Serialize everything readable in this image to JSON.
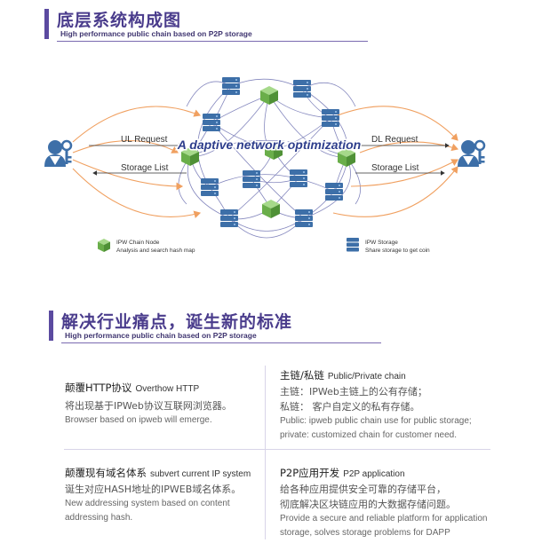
{
  "section1": {
    "title": "底层系统构成图",
    "subtitle": "High performance public chain based on P2P storage"
  },
  "diagram": {
    "center_label": "A daptive network optimization",
    "ul_request": "UL Request",
    "dl_request": "DL Request",
    "storage_list_left": "Storage List",
    "storage_list_right": "Storage List",
    "legend": {
      "node_line1": "IPW Chain Node",
      "node_line2": "Analysis and search hash map",
      "storage_line1": "IPW Storage",
      "storage_line2": "Share storage to get coin"
    },
    "colors": {
      "server": "#3d6fa8",
      "cube": "#7cbf5a",
      "arrow": "#f0a060",
      "mesh": "#5b5fa8",
      "user": "#3d6fa8"
    }
  },
  "section2": {
    "title": "解决行业痛点，诞生新的标准",
    "subtitle": "High performance public chain based on P2P storage"
  },
  "features": [
    {
      "title": "颠覆HTTP协议",
      "title_en": "Overthow HTTP",
      "lines": [
        "将出现基于IPWeb协议互联网浏览器。"
      ],
      "en": [
        "Browser based on ipweb will emerge."
      ]
    },
    {
      "title": "主链/私链",
      "title_en": "Public/Private chain",
      "lines": [
        "主链：IPWeb主链上的公有存储；",
        "私链：  客户自定义的私有存储。"
      ],
      "en": [
        "Public: ipweb public chain use for public storage;",
        "private: customized chain for customer need."
      ]
    },
    {
      "title": "颠覆现有域名体系",
      "title_en": "subvert current IP system",
      "lines": [
        "诞生对应HASH地址的IPWEB域名体系。"
      ],
      "en": [
        "New addressing system based on content",
        "addressing hash."
      ]
    },
    {
      "title": "P2P应用开发",
      "title_en": "P2P application",
      "lines": [
        "给各种应用提供安全可靠的存储平台，",
        "彻底解决区块链应用的大数据存储问题。"
      ],
      "en": [
        "Provide a secure and reliable platform for application",
        "storage, solves storage problems for DAPP"
      ]
    }
  ]
}
